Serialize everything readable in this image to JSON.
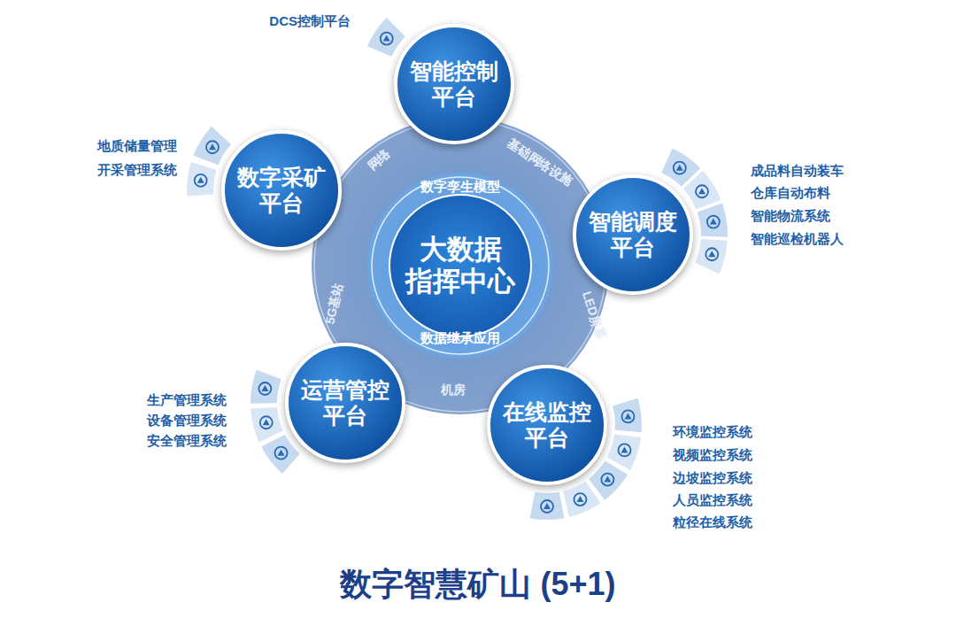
{
  "diagram": {
    "title": "数字智慧矿山 (5+1)",
    "nodes": [
      {
        "text": [
          "网络",
          "基础网络设施",
          "LED屏幕",
          "机房",
          "5G基站"
        ]
      },
      {
        "text": [
          "数字孪生模型",
          "大数据 指挥中心",
          "数据继承应用"
        ],
        "in": 0
      },
      {
        "text": [
          "智能控制 平台"
        ]
      },
      {
        "text": [
          "数字采矿 平台"
        ]
      },
      {
        "text": [
          "智能调度 平台"
        ]
      },
      {
        "text": [
          "运营管控 平台"
        ]
      },
      {
        "text": [
          "在线监控 平台"
        ]
      }
    ],
    "labels": [
      "DCS控制平台",
      "地质储量管理",
      "开采管理系统",
      "成品料自动装车",
      "仓库自动布料",
      "智能物流系统",
      "智能巡检机器人",
      "生产管理系统",
      "设备管理系统",
      "安全管理系统",
      "环境监控系统",
      "视频监控系统",
      "边坡监控系统",
      "人员监控系统",
      "粒径在线系统"
    ]
  }
}
